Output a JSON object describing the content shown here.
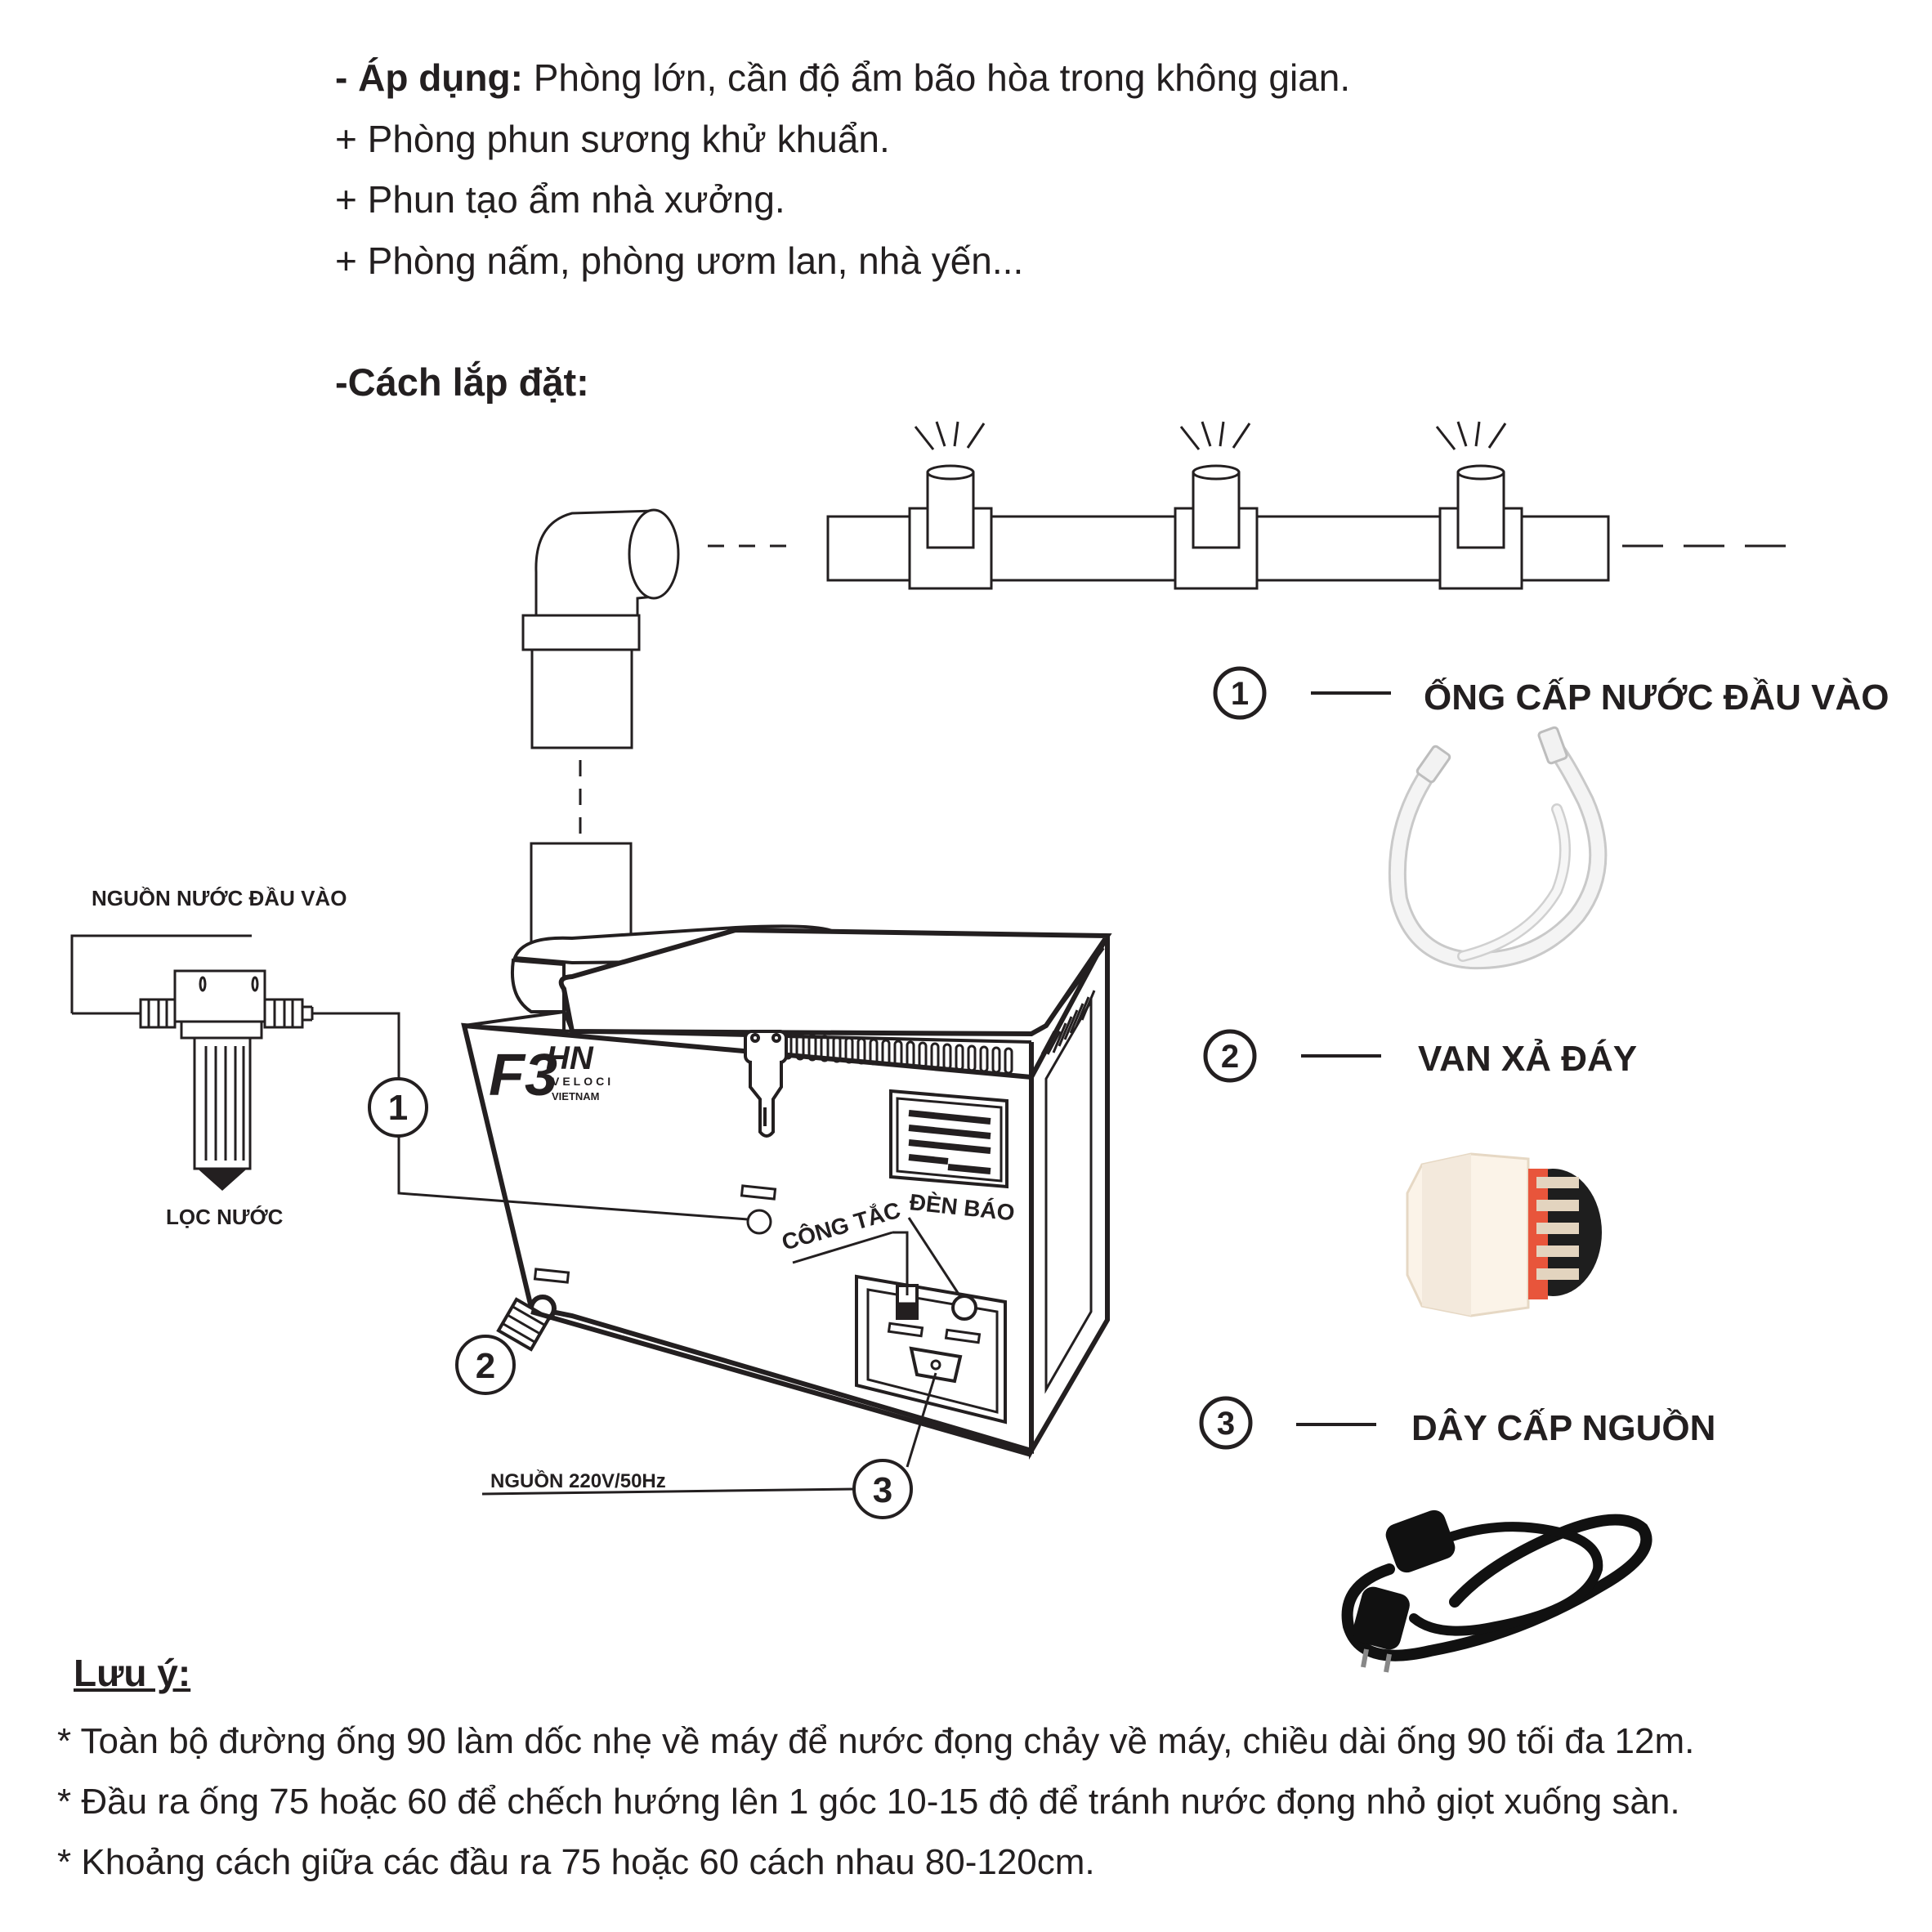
{
  "intro": {
    "apply_label": "- Áp dụng:",
    "apply_text": " Phòng lớn, cần độ ẩm bão hòa trong không gian.",
    "items": [
      "+ Phòng phun sương khử khuẩn.",
      "+ Phun tạo ẩm nhà xưởng.",
      "+ Phòng nấm, phòng ươm lan, nhà yến..."
    ]
  },
  "install": {
    "title": "-Cách lắp đặt:"
  },
  "diagram": {
    "water_source_label": "NGUỒN NƯỚC ĐẦU VÀO",
    "filter_label": "LỌC NƯỚC",
    "switch_label": "CÔNG TẮC",
    "indicator_label": "ĐÈN BÁO",
    "power_label": "NGUỒN 220V/50Hz",
    "brand_mark": "F3",
    "brand_name": "HN",
    "brand_sub1": "VELOCI",
    "brand_sub2": "VIETNAM"
  },
  "legend": [
    {
      "number": "1",
      "label": "ỐNG CẤP NƯỚC ĐẦU VÀO"
    },
    {
      "number": "2",
      "label": "VAN XẢ ĐÁY"
    },
    {
      "number": "3",
      "label": "DÂY CẤP NGUỒN"
    }
  ],
  "notes": {
    "title": "Lưu ý:",
    "items": [
      "* Toàn bộ đường ống 90 làm dốc nhẹ về máy để nước đọng chảy về máy, chiều dài ống 90 tối đa 12m.",
      "* Đầu ra ống 75 hoặc 60 để chếch hướng lên 1 góc 10-15 độ để tránh nước đọng nhỏ giọt xuống sàn.",
      "* Khoảng cách giữa các đầu ra 75 hoặc 60 cách nhau 80-120cm."
    ]
  },
  "colors": {
    "ink": "#231f20",
    "hose": "#f2f2f2",
    "valve_body": "#fbf3e8",
    "valve_ring": "#e8553b",
    "cable": "#111111"
  }
}
